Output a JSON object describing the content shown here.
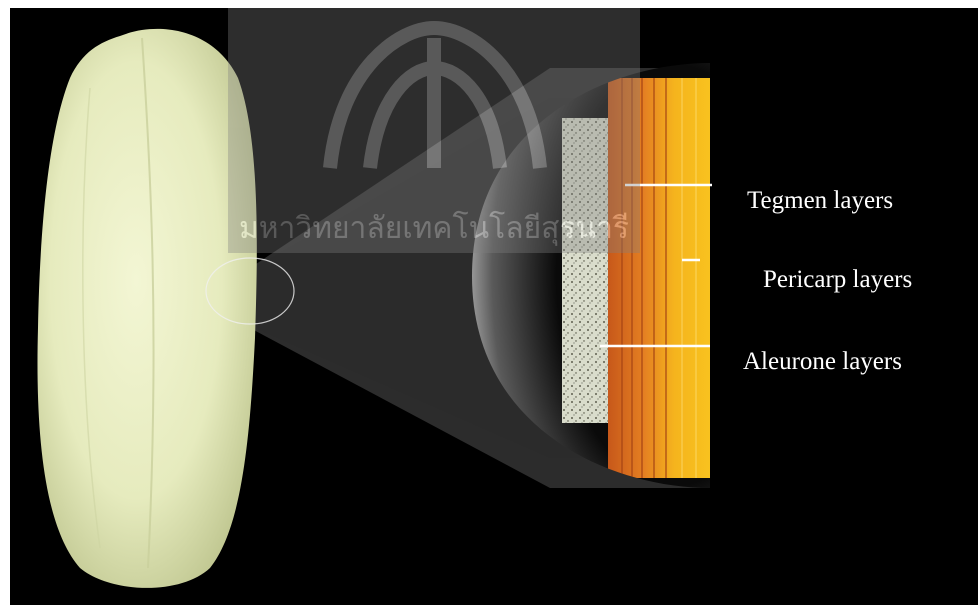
{
  "labels": {
    "tegmen": "Tegmen layers",
    "pericarp": "Pericarp layers",
    "aleurone": "Aleurone layers"
  },
  "watermark": {
    "text": "มหาวิทยาลัยเทคโนโลยีสุรนารี"
  },
  "colors": {
    "background": "#000000",
    "grain": "#e8ecc0",
    "pericarp": "#f3b81c",
    "tegmen": "#d9701c",
    "aleurone": "#d8dcc8",
    "pointer": "#ffffff"
  }
}
